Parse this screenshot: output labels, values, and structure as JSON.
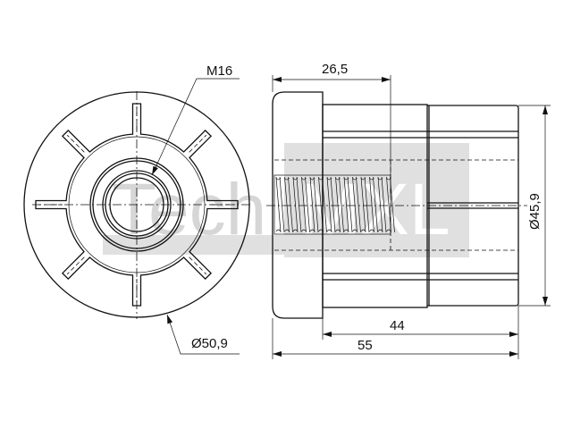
{
  "drawing": {
    "watermark": [
      "Tech",
      "MXL"
    ],
    "front_view": {
      "thread_label": "M16",
      "outer_diameter_label": "Ø50,9"
    },
    "side_view": {
      "thread_depth_label": "26,5",
      "body_length_label": "44",
      "total_length_label": "55",
      "body_diameter_label": "Ø45,9"
    },
    "colors": {
      "line": "#111111",
      "watermark": "#d6d6d6"
    }
  }
}
